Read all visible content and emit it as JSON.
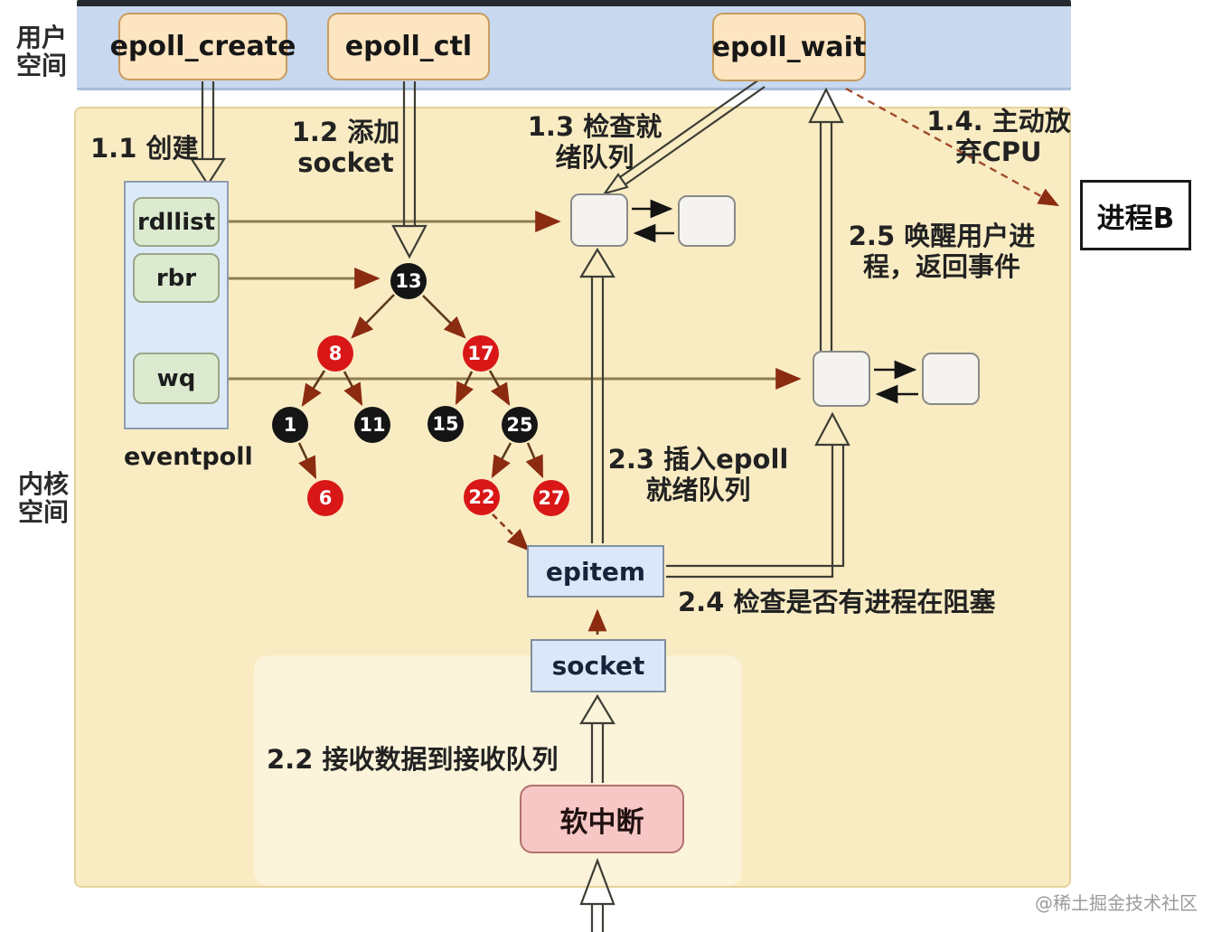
{
  "user_space": {
    "label": "用户\n空间",
    "syscalls": {
      "epoll_create": "epoll_create",
      "epoll_ctl": "epoll_ctl",
      "epoll_wait": "epoll_wait"
    }
  },
  "kernel_space": {
    "label": "内核\n空间"
  },
  "eventpoll": {
    "label": "eventpoll",
    "fields": [
      {
        "label": "rdllist"
      },
      {
        "label": "rbr"
      },
      {
        "label": "wq"
      }
    ]
  },
  "rbtree": {
    "nodes": [
      {
        "value": "13",
        "color": "black"
      },
      {
        "value": "8",
        "color": "red"
      },
      {
        "value": "17",
        "color": "red"
      },
      {
        "value": "1",
        "color": "black"
      },
      {
        "value": "11",
        "color": "black"
      },
      {
        "value": "15",
        "color": "black"
      },
      {
        "value": "25",
        "color": "black"
      },
      {
        "value": "6",
        "color": "red"
      },
      {
        "value": "22",
        "color": "red"
      },
      {
        "value": "27",
        "color": "red"
      }
    ]
  },
  "structs": {
    "epitem": "epitem",
    "socket": "socket",
    "soft_irq": "软中断",
    "process_b": "进程B"
  },
  "annotations": {
    "step_1_1": "1.1 创建",
    "step_1_2": "1.2 添加\nsocket",
    "step_1_3": "1.3 检查就\n绪队列",
    "step_1_4": "1.4. 主动放\n弃CPU",
    "step_2_2": "2.2 接收数据到接收队列",
    "step_2_3": "2.3 插入epoll\n就绪队列",
    "step_2_4": "2.4 检查是否有进程在阻塞",
    "step_2_5": "2.5 唤醒用户进\n程，返回事件"
  },
  "watermark": "@稀土掘金技术社区",
  "colors": {
    "user_space_band": "#c7d8ef",
    "kernel_space_bg": "#f9ecc3",
    "syscall_box": "#fce5c0",
    "field_box": "#dcead0",
    "struct_box": "#dbe7f8",
    "soft_irq_box": "#f6c7c5",
    "rb_red": "#d91717",
    "rb_black": "#151515",
    "arrow_head": "#8b2b10"
  }
}
